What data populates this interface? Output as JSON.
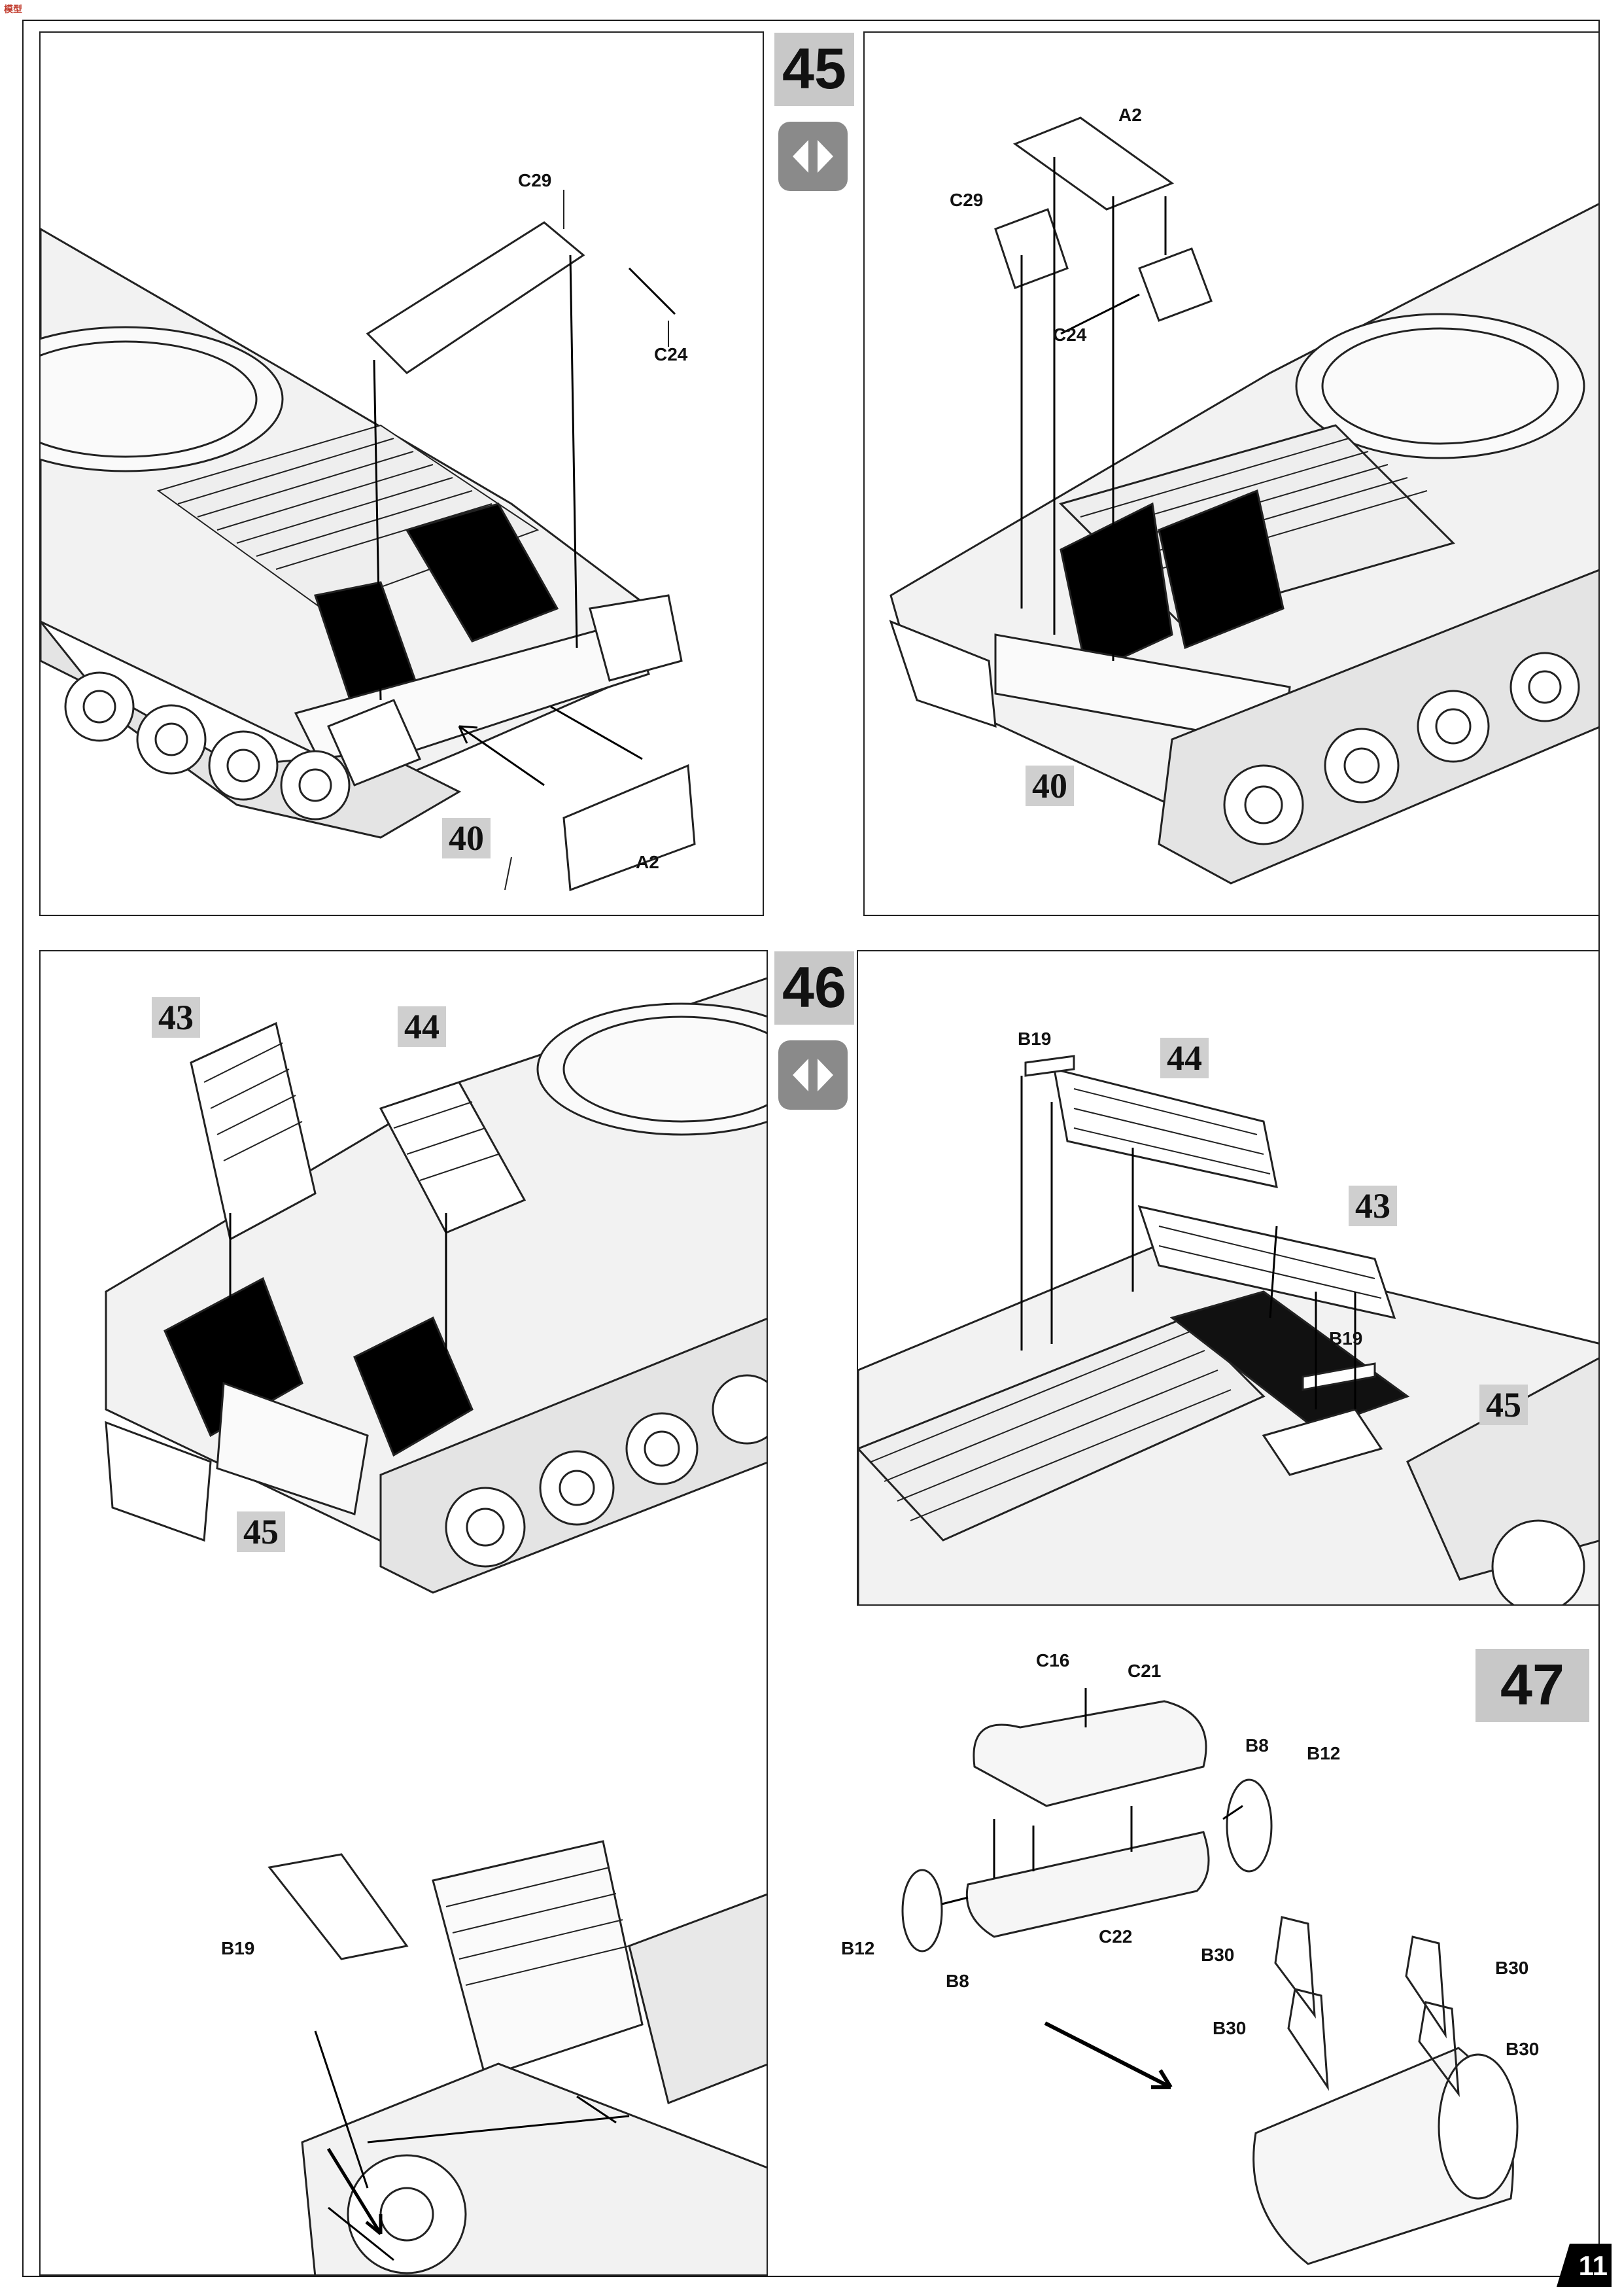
{
  "brand_mark": "模型",
  "page_number": "11",
  "steps": {
    "s45": {
      "number": "45",
      "left_labels": {
        "c29": "C29",
        "c24": "C24",
        "a2": "A2",
        "sub40": "40"
      },
      "right_labels": {
        "a2": "A2",
        "c29": "C29",
        "c24": "C24",
        "sub40": "40"
      }
    },
    "s46": {
      "number": "46",
      "left_labels": {
        "sub43": "43",
        "sub44": "44",
        "sub45": "45",
        "b19": "B19"
      },
      "right_labels": {
        "b19_top": "B19",
        "sub44": "44",
        "sub43": "43",
        "b19_mid": "B19",
        "sub45": "45"
      }
    },
    "s47": {
      "number": "47",
      "labels": {
        "c16": "C16",
        "c21": "C21",
        "b8_top": "B8",
        "b12_top": "B12",
        "b12_left": "B12",
        "b8_left": "B8",
        "c22": "C22",
        "b30_a": "B30",
        "b30_b": "B30",
        "b30_c": "B30",
        "b30_d": "B30"
      }
    }
  },
  "icons": [
    "flip-view-icon",
    "arrow-direction-icon"
  ],
  "colors": {
    "step_bg": "#c8c8c8",
    "icon_bg": "#8a8a8a",
    "ink": "#111111"
  }
}
